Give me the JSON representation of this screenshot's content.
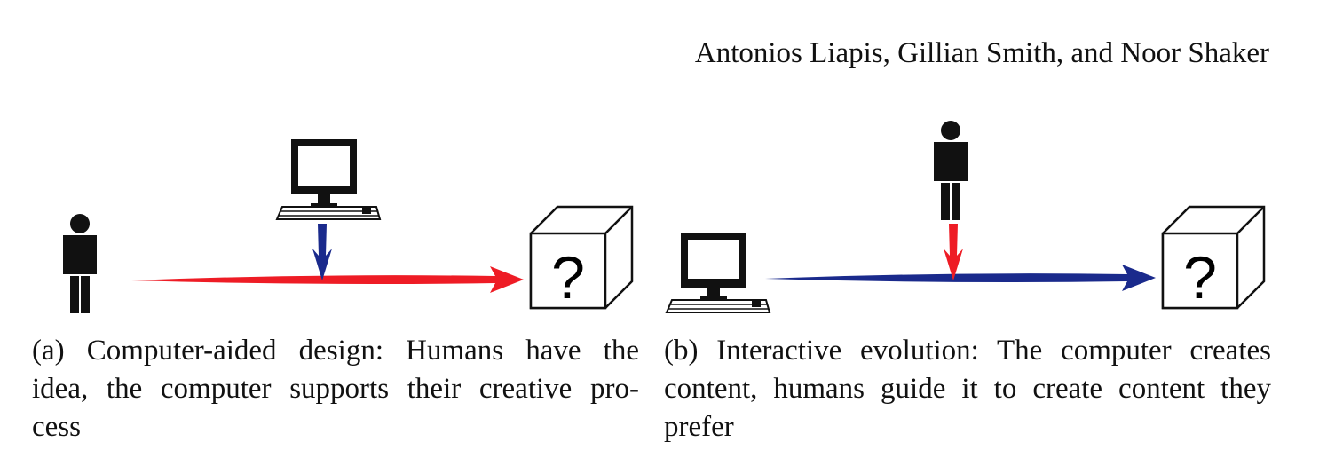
{
  "header": {
    "authors": "Antonios Liapis, Gillian Smith, and Noor Shaker"
  },
  "panel_a": {
    "caption_line1": "(a) Computer-aided design: Humans have the",
    "caption_line2": "idea, the computer supports their creative pro-",
    "caption_line3": "cess",
    "box_symbol": "?",
    "colors": {
      "main_arrow": "#ee1c25",
      "side_arrow": "#1a2a8c"
    }
  },
  "panel_b": {
    "caption_line1": "(b) Interactive evolution: The computer creates",
    "caption_line2": "content, humans guide it to create content they",
    "caption_line3": "prefer",
    "box_symbol": "?",
    "colors": {
      "main_arrow": "#1a2a8c",
      "side_arrow": "#ee1c25"
    }
  }
}
